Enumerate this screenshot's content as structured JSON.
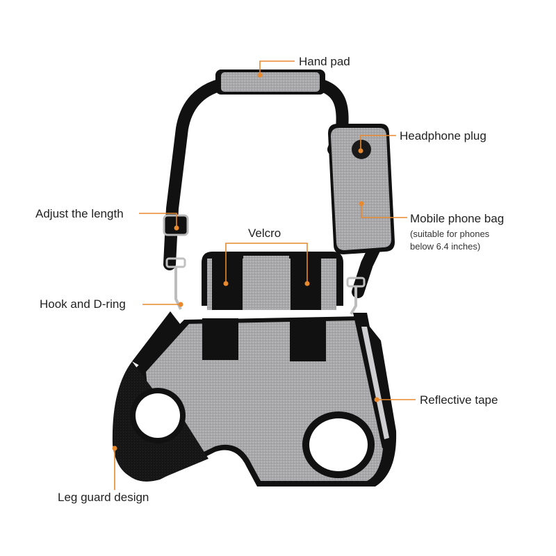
{
  "image": {
    "type": "product-feature-diagram",
    "subject": "Dog support harness with shoulder strap and phone bag",
    "accent_color": "#E8892E",
    "fabric_color": "#A9A9AB",
    "trim_color": "#111111"
  },
  "callouts": [
    {
      "id": "hand-pad",
      "label": "Hand pad"
    },
    {
      "id": "headphone-plug",
      "label": "Headphone plug"
    },
    {
      "id": "mobile-phone-bag",
      "label": "Mobile phone bag",
      "note_line1": "(suitable for phones",
      "note_line2": "below 6.4 inches)"
    },
    {
      "id": "adjust-length",
      "label": "Adjust the length"
    },
    {
      "id": "velcro",
      "label": "Velcro"
    },
    {
      "id": "hook-d-ring",
      "label": "Hook and D-ring"
    },
    {
      "id": "reflective-tape",
      "label": "Reflective tape"
    },
    {
      "id": "leg-guard",
      "label": "Leg guard design"
    }
  ]
}
